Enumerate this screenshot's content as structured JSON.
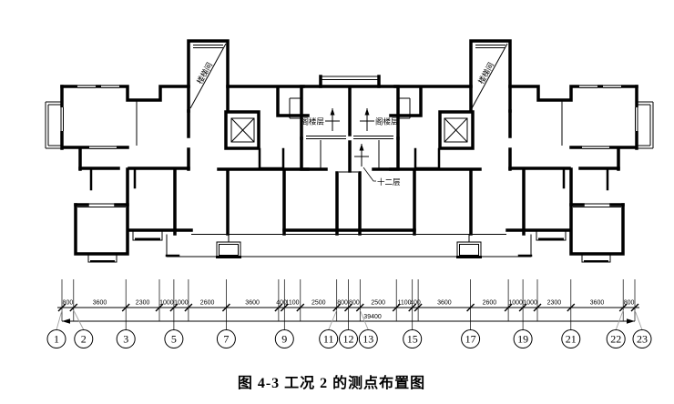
{
  "figure": {
    "caption": "图 4-3  工况 2 的测点布置图"
  },
  "plan": {
    "labels": {
      "stairwell_left": "楼梯间",
      "stairwell_right": "楼梯间",
      "attic_left": "阁楼层",
      "attic_right": "阁楼层",
      "twelfth_floor": "十二层"
    }
  },
  "dimensions": {
    "total": "39400",
    "segments": [
      800,
      3600,
      2300,
      1000,
      1000,
      2600,
      3600,
      400,
      1100,
      2500,
      800,
      800,
      2500,
      1100,
      400,
      3600,
      2600,
      1000,
      1000,
      2300,
      3600,
      800
    ],
    "axes": [
      {
        "label": "1",
        "index": 0
      },
      {
        "label": "2",
        "index": 1
      },
      {
        "label": "3",
        "index": 2
      },
      {
        "label": "5",
        "index": 4
      },
      {
        "label": "7",
        "index": 6
      },
      {
        "label": "9",
        "index": 8
      },
      {
        "label": "11",
        "index": 10
      },
      {
        "label": "12",
        "index": 11
      },
      {
        "label": "13",
        "index": 12
      },
      {
        "label": "15",
        "index": 14
      },
      {
        "label": "17",
        "index": 16
      },
      {
        "label": "19",
        "index": 18
      },
      {
        "label": "21",
        "index": 20
      },
      {
        "label": "22",
        "index": 21
      },
      {
        "label": "23",
        "index": 22
      }
    ]
  },
  "colors": {
    "ink": "#000000",
    "leader_gray": "#a0a0a0",
    "background": "#ffffff"
  }
}
